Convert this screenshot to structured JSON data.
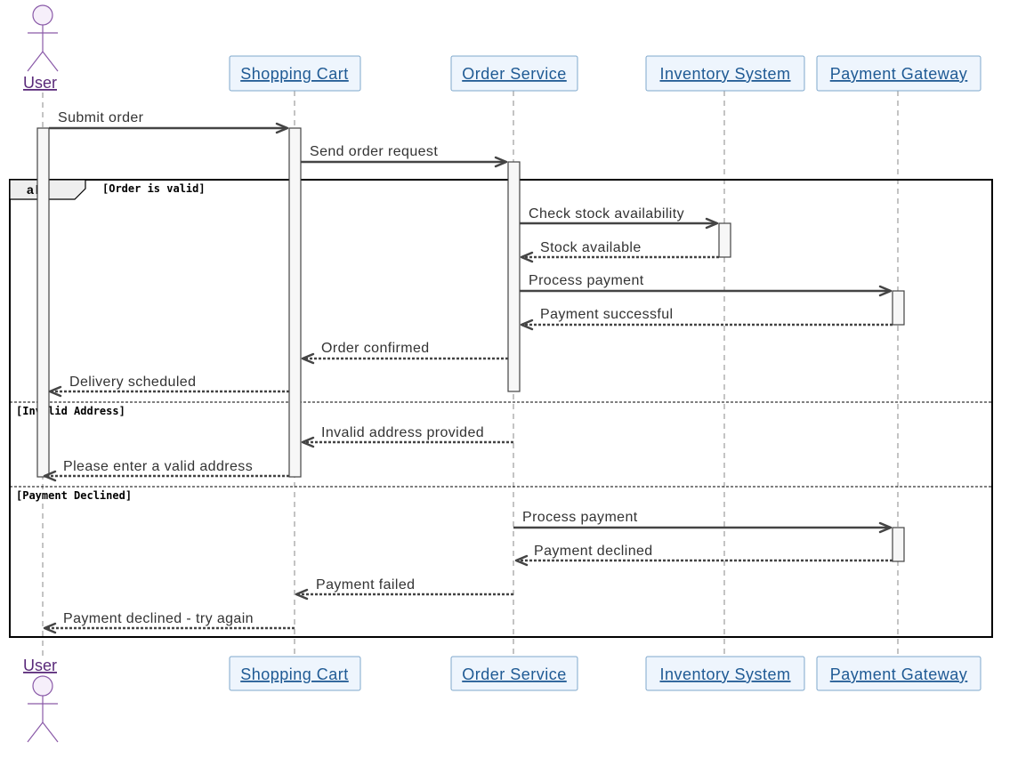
{
  "diagram": {
    "actor": {
      "label": "User"
    },
    "participants": [
      {
        "id": "cart",
        "label": "Shopping Cart"
      },
      {
        "id": "order",
        "label": "Order Service"
      },
      {
        "id": "inventory",
        "label": "Inventory System"
      },
      {
        "id": "payment",
        "label": "Payment Gateway"
      }
    ],
    "messages": [
      {
        "from": "user",
        "to": "cart",
        "label": "Submit order",
        "style": "solid"
      },
      {
        "from": "cart",
        "to": "order",
        "label": "Send order request",
        "style": "solid"
      },
      {
        "from": "order",
        "to": "inventory",
        "label": "Check stock availability",
        "style": "solid"
      },
      {
        "from": "inventory",
        "to": "order",
        "label": "Stock available",
        "style": "dotted"
      },
      {
        "from": "order",
        "to": "payment",
        "label": "Process payment",
        "style": "solid"
      },
      {
        "from": "payment",
        "to": "order",
        "label": "Payment successful",
        "style": "dotted"
      },
      {
        "from": "order",
        "to": "cart",
        "label": "Order confirmed",
        "style": "dotted"
      },
      {
        "from": "cart",
        "to": "user",
        "label": "Delivery scheduled",
        "style": "dotted"
      },
      {
        "from": "order",
        "to": "cart",
        "label": "Invalid address provided",
        "style": "dotted"
      },
      {
        "from": "cart",
        "to": "user",
        "label": "Please enter a valid address",
        "style": "dotted"
      },
      {
        "from": "order",
        "to": "payment",
        "label": "Process payment",
        "style": "solid"
      },
      {
        "from": "payment",
        "to": "order",
        "label": "Payment declined",
        "style": "dotted"
      },
      {
        "from": "order",
        "to": "cart",
        "label": "Payment failed",
        "style": "dotted"
      },
      {
        "from": "cart",
        "to": "user",
        "label": "Payment declined - try again",
        "style": "dotted"
      }
    ],
    "fragment": {
      "operator": "alt",
      "guards": [
        "[Order is valid]",
        "[Invalid Address]",
        "[Payment Declined]"
      ]
    }
  }
}
